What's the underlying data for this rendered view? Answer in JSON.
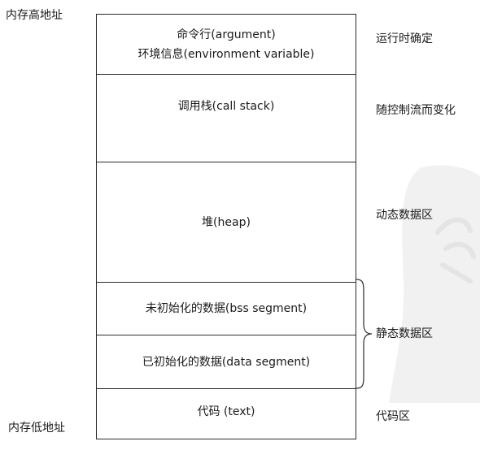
{
  "address_labels": {
    "high": "内存高地址",
    "low": "内存低地址"
  },
  "segments": [
    {
      "lines": [
        "命令行(argument)",
        "环境信息(environment variable)"
      ]
    },
    {
      "lines": [
        "调用栈(call stack)"
      ]
    },
    {
      "lines": [
        "堆(heap)"
      ]
    },
    {
      "lines": [
        "未初始化的数据(bss segment)"
      ]
    },
    {
      "lines": [
        "已初始化的数据(data segment)"
      ]
    },
    {
      "lines": [
        "代码 (text)"
      ]
    }
  ],
  "side_labels": {
    "runtime": "运行时确定",
    "dynamic_change": "随控制流而变化",
    "dynamic_data": "动态数据区",
    "static_data": "静态数据区",
    "code": "代码区"
  },
  "colors": {
    "border": "#2a2a2a",
    "text": "#1a1a1a",
    "watermark": "#f1f1f1"
  },
  "icons": {
    "watermark": "seal-watermark-icon",
    "brace": "right-curly-brace-icon"
  }
}
